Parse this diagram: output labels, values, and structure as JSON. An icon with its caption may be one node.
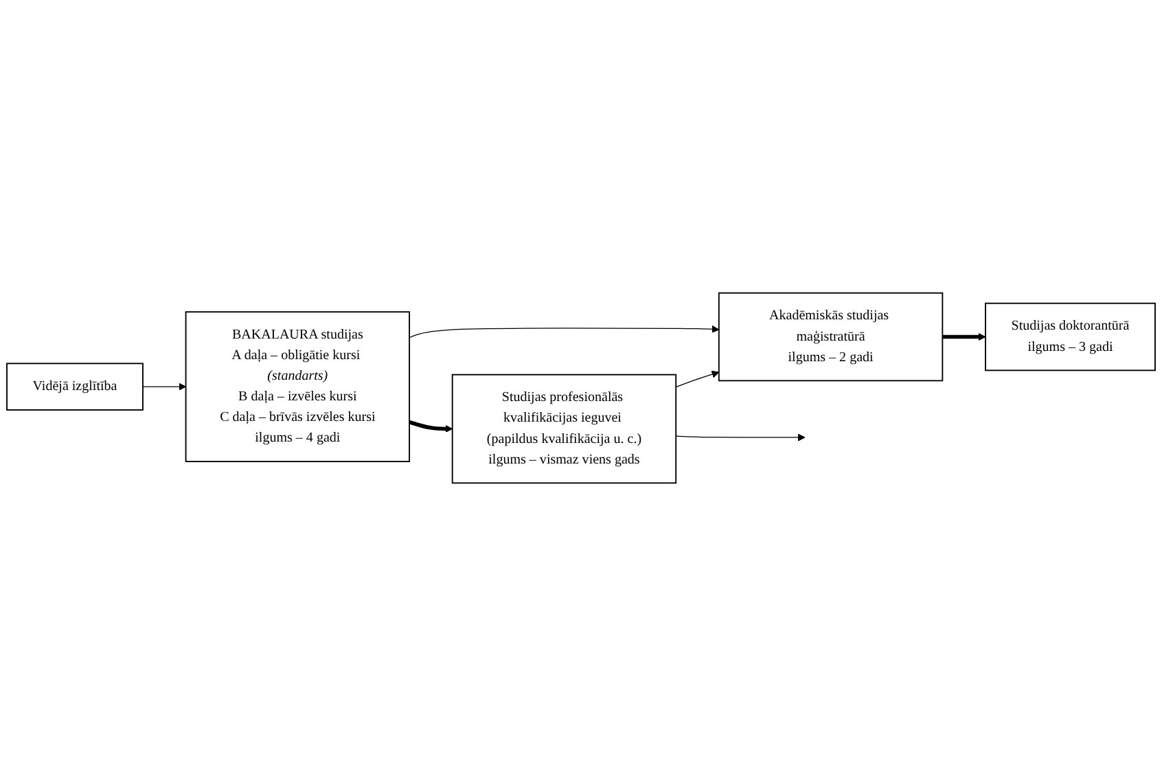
{
  "diagram": {
    "nodes": [
      {
        "text": [
          "Vidējā izglītība"
        ]
      },
      {
        "text": [
          "BAKALAURA studijas",
          "A daļa – obligātie kursi *(standarts)*",
          "B daļa – izvēles kursi",
          "C daļa – brīvās izvēles kursi",
          "ilgums – 4 gadi"
        ]
      },
      {
        "text": [
          "Akadēmiskās studijas maģistratūrā",
          "ilgums – 2 gadi"
        ]
      },
      {
        "text": [
          "Studijas doktorantūrā",
          "ilgums – 3 gadi"
        ]
      },
      {
        "text": [
          "Studijas profesionālās kvalifikācijas ieguvei (papildus kvalifikācija u. c.)",
          "ilgums – vismaz viens gads"
        ]
      }
    ],
    "edges": [
      {
        "from": 0,
        "to": 1,
        "arrow": "to"
      },
      {
        "from": 1,
        "to": 2,
        "arrow": "to"
      },
      {
        "from": 1,
        "to": 4,
        "arrow": "to",
        "style": "thick"
      },
      {
        "from": 2,
        "to": 3,
        "arrow": "to",
        "style": "thick"
      },
      {
        "from": 4,
        "to": 2,
        "arrow": "to"
      },
      {
        "from": 4,
        "to": null,
        "arrow": "to"
      }
    ]
  }
}
